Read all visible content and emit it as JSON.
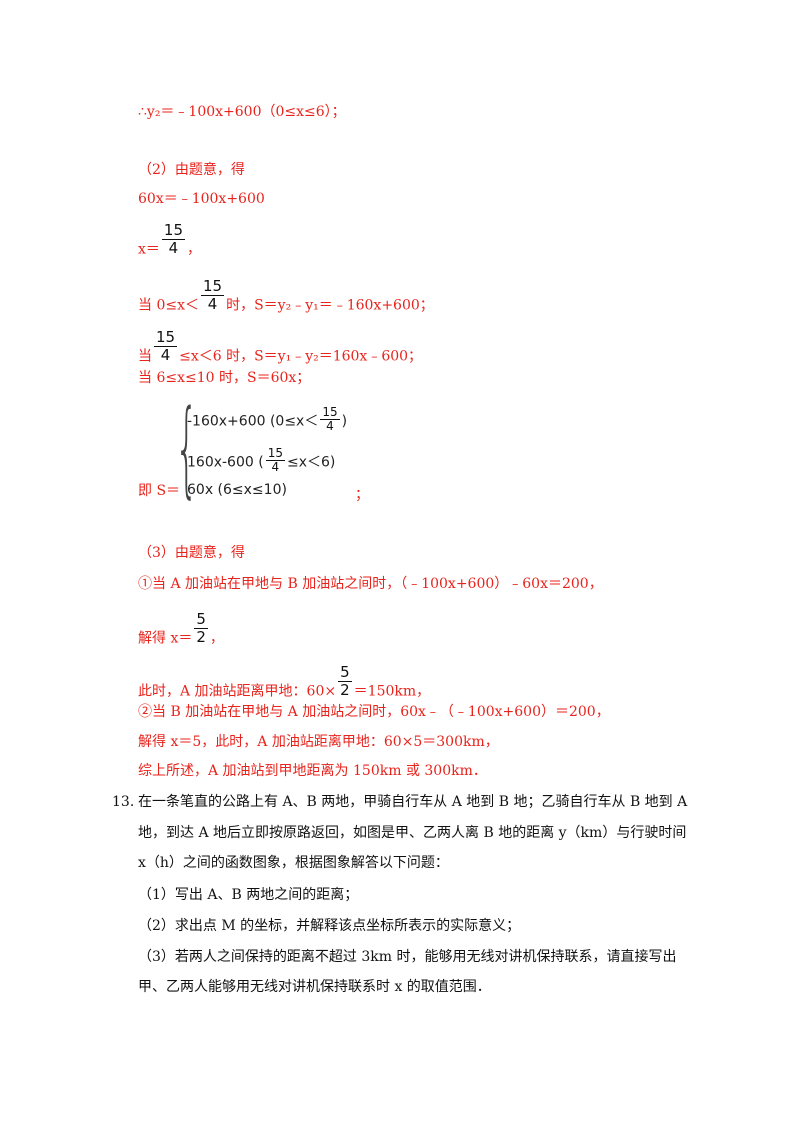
{
  "solution": {
    "l1": "∴y₂＝﹣100x+600（0≤x≤6）；",
    "l2": "（2）由题意，得",
    "l3": "60x＝﹣100x+600",
    "l4_pre": "x＝",
    "l4_post": "，",
    "l5_pre": "当 0≤x＜",
    "l5_post": "时，S＝y₂﹣y₁＝﹣160x+600；",
    "l6_pre": "当",
    "l6_post": "≤x＜6 时，S＝y₁﹣y₂＝160x﹣600；",
    "l7": "当 6≤x≤10 时，S＝60x；",
    "frac_15_4": {
      "num": "15",
      "den": "4"
    },
    "piecewise": {
      "prefix": "即 S＝",
      "row1_pre": "-160x+600 (0≤x＜",
      "row1_post": ")",
      "row2_pre": "160x-600 (",
      "row2_post": "≤x＜6)",
      "row3": "60x (6≤x≤10)",
      "suffix": "；"
    },
    "l8": "（3）由题意，得",
    "l9": "①当 A 加油站在甲地与 B 加油站之间时，（﹣100x+600）﹣60x＝200，",
    "l10_pre": "解得 x＝",
    "l10_post": "，",
    "frac_5_2": {
      "num": "5",
      "den": "2"
    },
    "l11_pre": "此时，A 加油站距离甲地：60×",
    "l11_post": "＝150km，",
    "l12": "②当 B 加油站在甲地与 A 加油站之间时，60x﹣（﹣100x+600）＝200，",
    "l13": "解得 x＝5，此时，A 加油站距离甲地：60×5＝300km，",
    "l14": "综上所述，A 加油站到甲地距离为 150km 或 300km．"
  },
  "question13": {
    "number": "13.",
    "p1": "在一条笔直的公路上有 A、B 两地，甲骑自行车从 A 地到 B 地；乙骑自行车从 B 地到 A",
    "p2": "地，到达 A 地后立即按原路返回，如图是甲、乙两人离 B 地的距离 y（km）与行驶时间",
    "p3": "x（h）之间的函数图象，根据图象解答以下问题：",
    "q1": "（1）写出 A、B 两地之间的距离；",
    "q2": "（2）求出点 M 的坐标，并解释该点坐标所表示的实际意义；",
    "q3a": "（3）若两人之间保持的距离不超过 3km 时，能够用无线对讲机保持联系，请直接写出",
    "q3b": "甲、乙两人能够用无线对讲机保持联系时 x 的取值范围．"
  }
}
